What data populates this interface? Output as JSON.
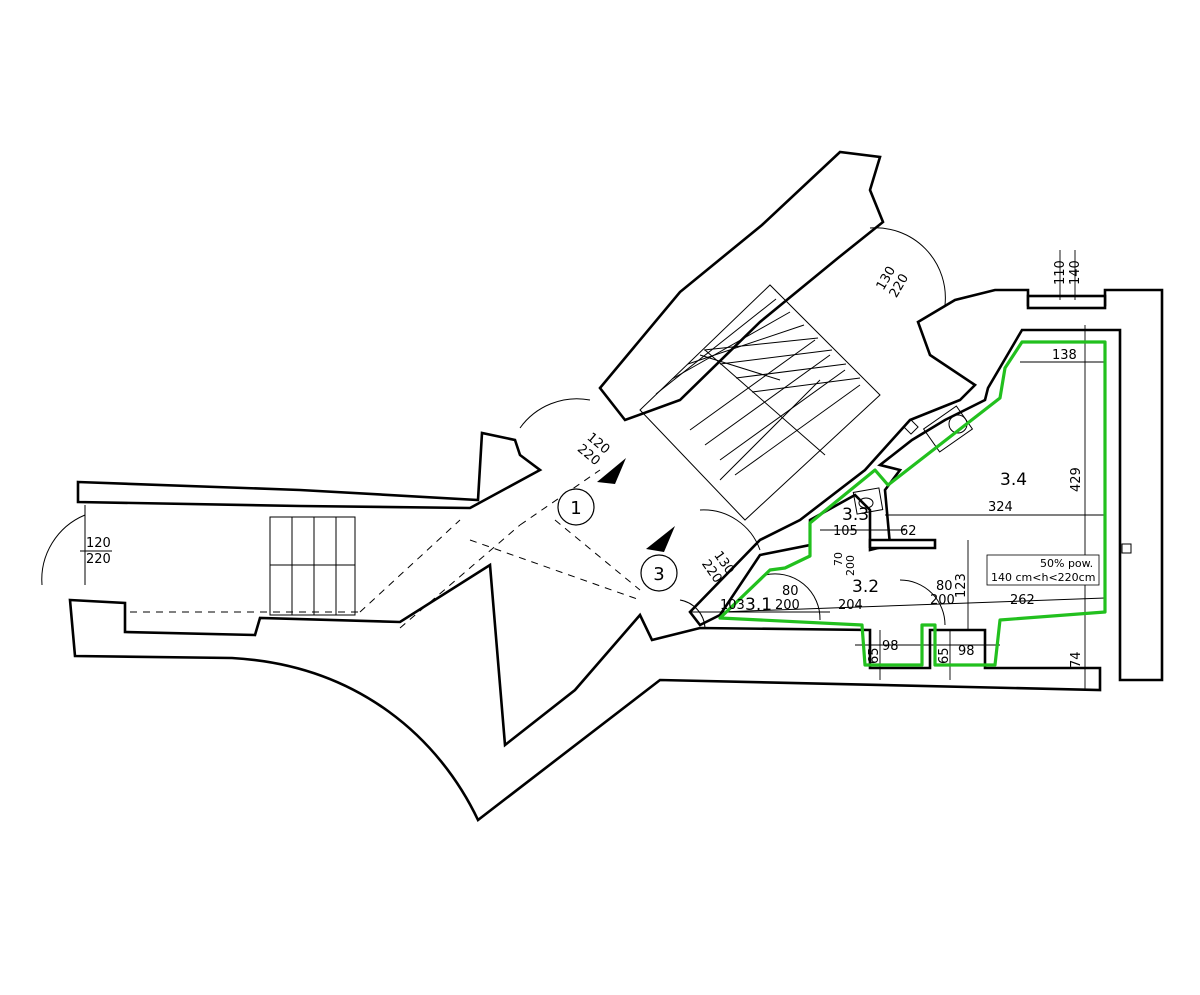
{
  "rooms": {
    "r31": "3.1",
    "r32": "3.2",
    "r33": "3.3",
    "r34": "3.4"
  },
  "markers": {
    "m1": "1",
    "m3": "3"
  },
  "doors": {
    "left_w": "120",
    "left_h": "220",
    "hall_w": "120",
    "hall_h": "220",
    "top_w": "130",
    "top_h": "220",
    "unit_w": "130",
    "unit_h": "220",
    "win_w": "110",
    "win_h": "140",
    "d1_w": "80",
    "d1_h": "200",
    "d2_w": "80",
    "d2_h": "200",
    "d3_w": "70",
    "d3_h": "200"
  },
  "dimensions": {
    "d138": "138",
    "d324": "324",
    "d429": "429",
    "d105": "105",
    "d62": "62",
    "d204": "204",
    "d262": "262",
    "d103": "103",
    "d123": "123",
    "d65a": "65",
    "d98a": "98",
    "d65b": "65",
    "d98b": "98",
    "d74": "74"
  },
  "note": {
    "line1": "50% pow.",
    "line2": "140 cm<h<220cm"
  },
  "colors": {
    "outline": "#22c01e",
    "walls": "#000000"
  }
}
